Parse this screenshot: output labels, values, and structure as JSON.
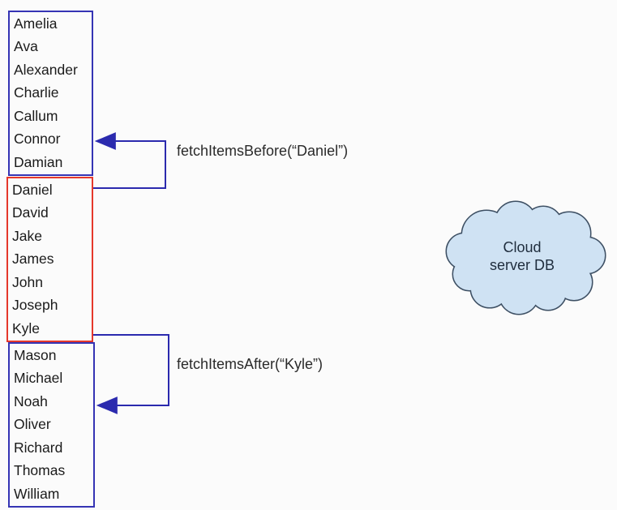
{
  "diagram": {
    "lists": [
      {
        "id": "items-before",
        "border_color": "#3534b4",
        "items": [
          "Amelia",
          "Ava",
          "Alexander",
          "Charlie",
          "Callum",
          "Connor",
          "Damian"
        ]
      },
      {
        "id": "current-window",
        "border_color": "#e5382b",
        "items": [
          "Daniel",
          "David",
          "Jake",
          "James",
          "John",
          "Joseph",
          "Kyle"
        ]
      },
      {
        "id": "items-after",
        "border_color": "#3534b4",
        "items": [
          "Mason",
          "Michael",
          "Noah",
          "Oliver",
          "Richard",
          "Thomas",
          "William"
        ]
      }
    ],
    "calls": [
      {
        "label": "fetchItemsBefore(“Daniel”)"
      },
      {
        "label": "fetchItemsAfter(“Kyle”)"
      }
    ],
    "cloud": {
      "label_line1": "Cloud",
      "label_line2": "server DB",
      "fill": "#cfe2f3",
      "stroke": "#3d4f63"
    },
    "colors": {
      "bg": "#fbfbfb",
      "box_blue": "#3534b4",
      "box_red": "#e5382b",
      "arrow_blue": "#2b2aae",
      "text": "#1b1b1b"
    }
  }
}
